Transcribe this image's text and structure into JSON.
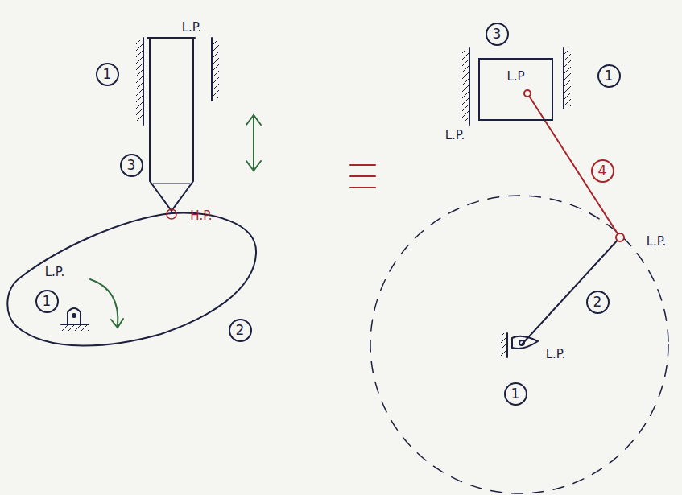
{
  "diagram": {
    "nodes": [
      {
        "text": [
          "1"
        ]
      },
      {
        "text": [
          "3"
        ]
      },
      {
        "text": [
          "1"
        ]
      },
      {
        "text": [
          "2"
        ]
      },
      {
        "text": [
          "3"
        ]
      },
      {
        "text": [
          "L.P"
        ]
      },
      {
        "text": [
          "1"
        ]
      },
      {
        "text": [
          "4"
        ]
      },
      {
        "text": [
          "2"
        ]
      },
      {
        "text": [
          "1"
        ]
      }
    ],
    "edges": [],
    "labels": [
      "L.P.",
      "H.P.",
      "L.P.",
      "L.P.",
      "L.P.",
      "L.P."
    ]
  }
}
